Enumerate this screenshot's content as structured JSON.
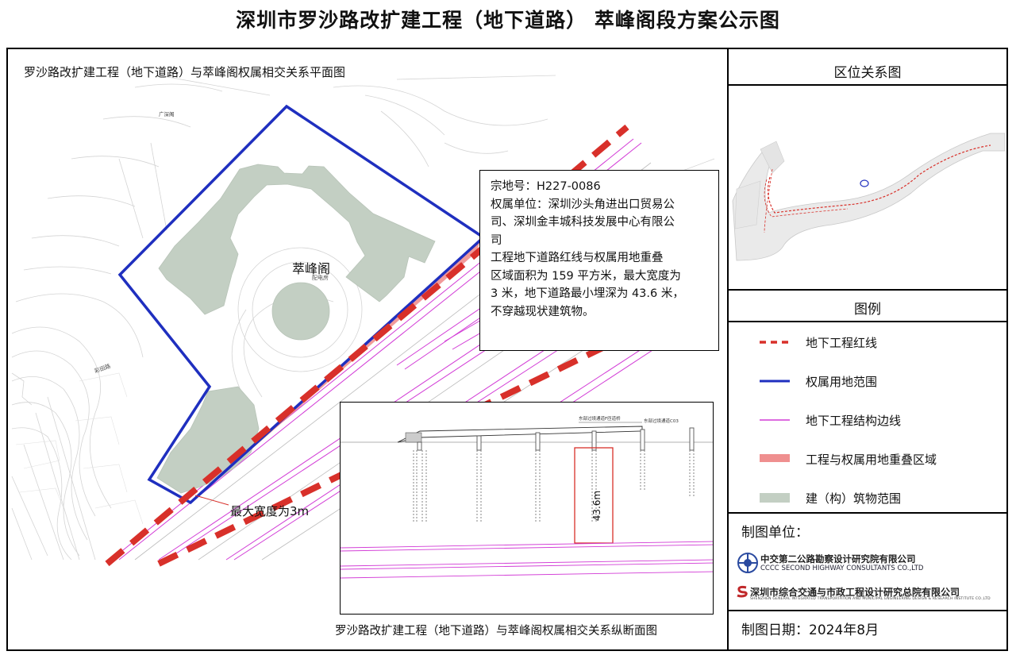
{
  "page_title": "深圳市罗沙路改扩建工程（地下道路）  萃峰阁段方案公示图",
  "plan": {
    "title": "罗沙路改扩建工程（地下道路）与萃峰阁权属相交关系平面图",
    "place_name": "萃峰阁",
    "max_width_label": "最大宽度为3m",
    "map_small_labels": [
      "广深阁",
      "配电房",
      "彩田路"
    ]
  },
  "info": {
    "line1": "宗地号：H227-0086",
    "line2": "权属单位：深圳沙头角进出口贸易公",
    "line3": "司、深圳金丰城科技发展中心有限公",
    "line4": "司",
    "line5": "工程地下道路红线与权属用地重叠",
    "line6": "区域面积为 159 平方米，最大宽度为",
    "line7": "3 米，地下道路最小埋深为 43.6 米，",
    "line8": "不穿越现状建筑物。"
  },
  "profile": {
    "caption": "罗沙路改扩建工程（地下道路）与萃峰阁权属相交关系纵断面图",
    "depth_label": "43.6m",
    "bridge_label": "东部过境通道F匝道桥",
    "ramp_label": "东部过境通道C03"
  },
  "right_panel": {
    "location_title": "区位关系图",
    "legend_title": "图例",
    "legend": [
      {
        "label": "地下工程红线",
        "color": "#d8302a",
        "style": "dashed"
      },
      {
        "label": "权属用地范围",
        "color": "#1f2fbf",
        "style": "solid"
      },
      {
        "label": "地下工程结构边线",
        "color": "#d23bd6",
        "style": "thin"
      },
      {
        "label": "工程与权属用地重叠区域",
        "color": "#ef8f8f",
        "style": "thick"
      },
      {
        "label": "建（构）筑物范围",
        "color": "#c3cfc3",
        "style": "block"
      }
    ],
    "org_label": "制图单位：",
    "company1_cn": "中交第二公路勘察设计研究院有限公司",
    "company1_en": "CCCC SECOND HIGHWAY CONSULTANTS CO.,LTD",
    "company2_cn": "深圳市综合交通与市政工程设计研究总院有限公司",
    "company2_en": "SHENZHEN GENERAL INTEGRATED TRANSPORTATION AND MUNICIPAL ENGINEERING DESIGN & RESEARCH INSTITUTE CO.,LTD",
    "date_label": "制图日期：2024年8月"
  }
}
